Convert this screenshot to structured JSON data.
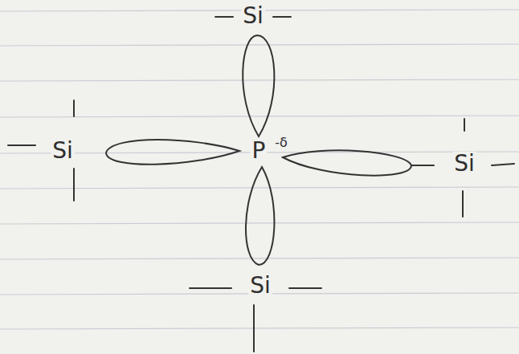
{
  "diagram": {
    "labels": [
      "Si",
      "Si",
      "P",
      "-δ",
      "Si",
      "Si"
    ]
  }
}
